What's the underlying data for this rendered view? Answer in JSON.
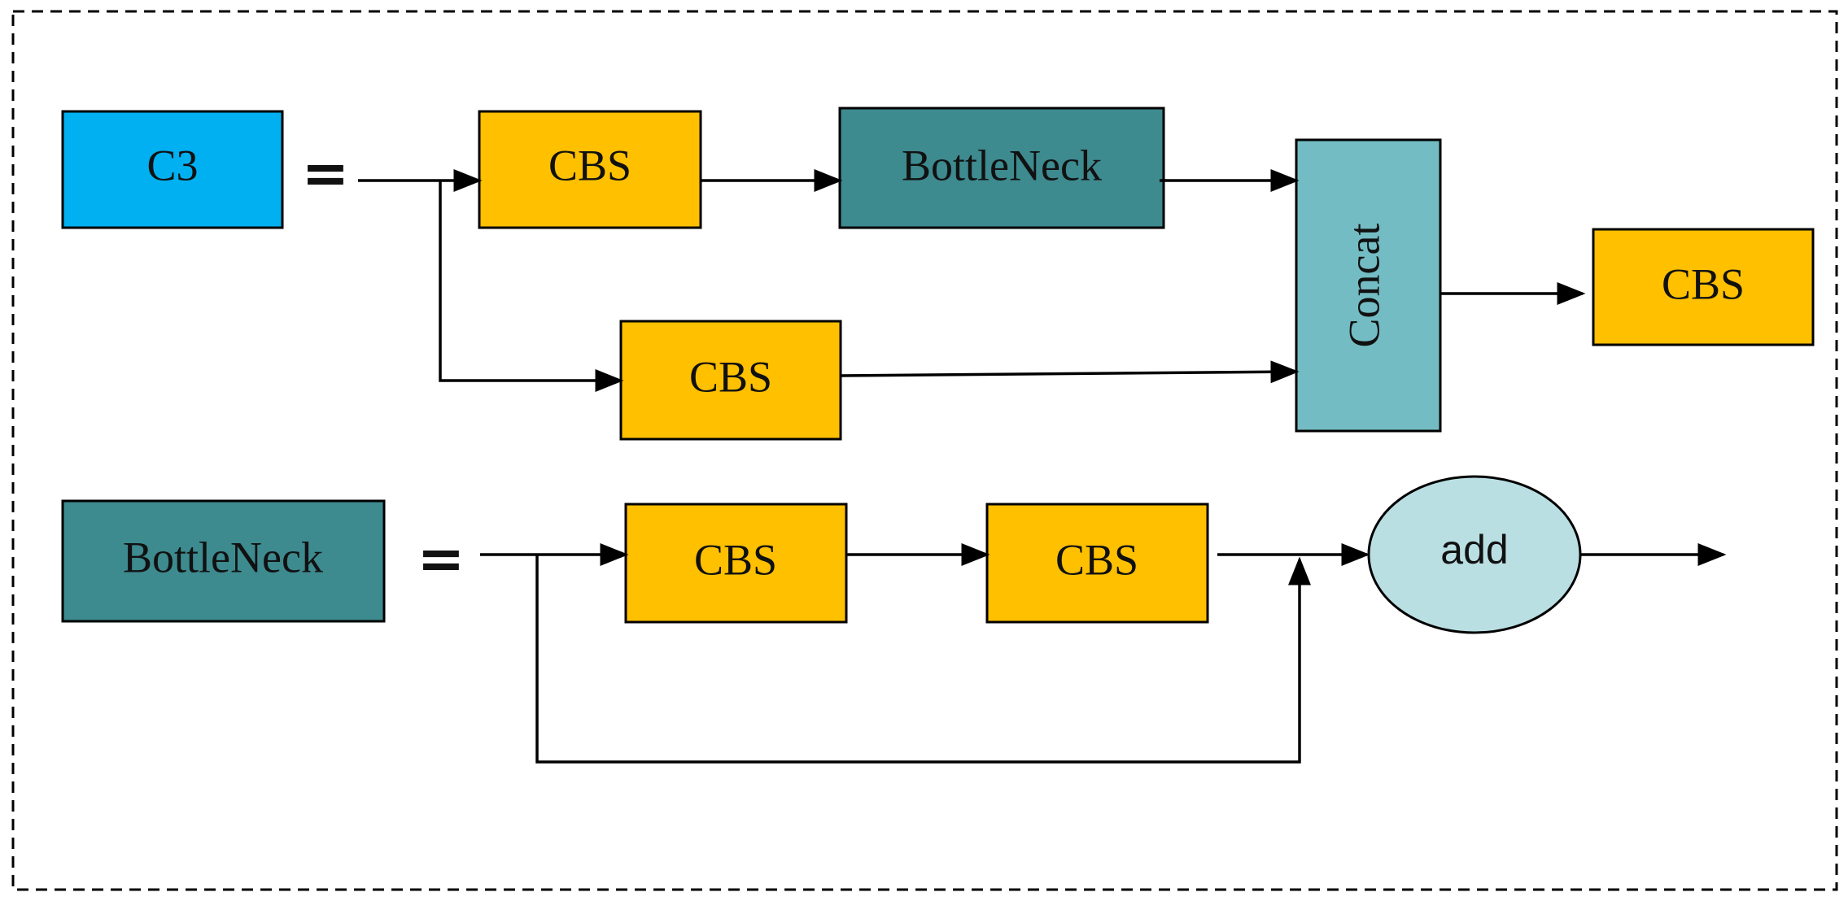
{
  "colors": {
    "c3": "#00B0F0",
    "cbs": "#FFC000",
    "bottleneck": "#3D8A8F",
    "concat": "#74BCC4",
    "add": "#BADFE3",
    "border": "#000000",
    "text": "#111111"
  },
  "c3_diagram": {
    "lhs_label": "C3",
    "equals": "=",
    "cbs_top_label": "CBS",
    "bottleneck_label": "BottleNeck",
    "cbs_bottom_label": "CBS",
    "concat_label": "Concat",
    "cbs_out_label": "CBS"
  },
  "bottleneck_diagram": {
    "lhs_label": "BottleNeck",
    "equals": "=",
    "cbs_first_label": "CBS",
    "cbs_second_label": "CBS",
    "add_label": "add"
  }
}
